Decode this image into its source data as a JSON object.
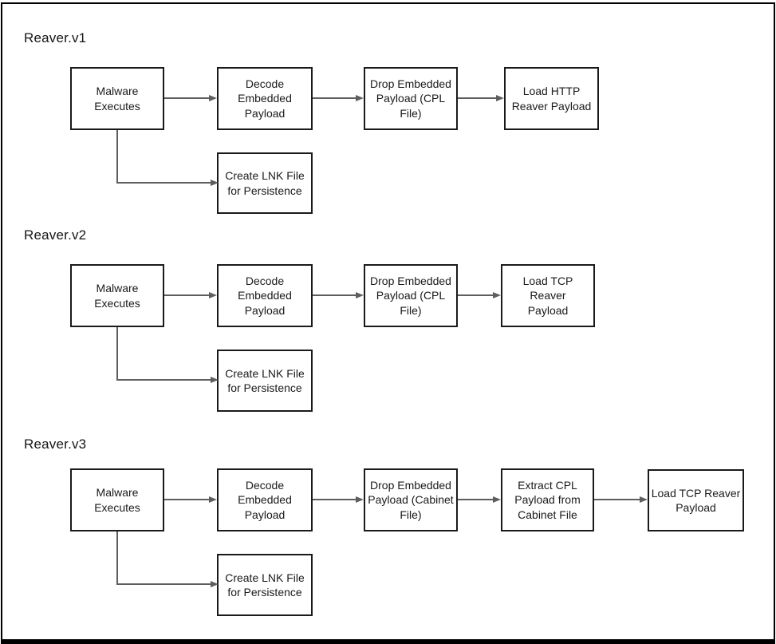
{
  "colors": {
    "frame": "#000000",
    "node_border": "#1a1a1a",
    "arrow": "#5e5e5e",
    "text": "#1a1a1a",
    "background": "#ffffff"
  },
  "sections": [
    {
      "title": "Reaver.v1",
      "nodes": [
        {
          "id": "malware",
          "label": "Malware\nExecutes"
        },
        {
          "id": "decode",
          "label": "Decode\nEmbedded\nPayload"
        },
        {
          "id": "drop",
          "label": "Drop Embedded\nPayload (CPL\nFile)"
        },
        {
          "id": "load",
          "label": "Load HTTP\nReaver Payload"
        },
        {
          "id": "persist",
          "label": "Create LNK File\nfor Persistence"
        }
      ],
      "edges": [
        [
          0,
          1
        ],
        [
          1,
          2
        ],
        [
          2,
          3
        ],
        [
          0,
          4
        ]
      ]
    },
    {
      "title": "Reaver.v2",
      "nodes": [
        {
          "id": "malware",
          "label": "Malware\nExecutes"
        },
        {
          "id": "decode",
          "label": "Decode\nEmbedded\nPayload"
        },
        {
          "id": "drop",
          "label": "Drop Embedded\nPayload (CPL\nFile)"
        },
        {
          "id": "load",
          "label": "Load TCP Reaver\nPayload"
        },
        {
          "id": "persist",
          "label": "Create LNK File\nfor Persistence"
        }
      ],
      "edges": [
        [
          0,
          1
        ],
        [
          1,
          2
        ],
        [
          2,
          3
        ],
        [
          0,
          4
        ]
      ]
    },
    {
      "title": "Reaver.v3",
      "nodes": [
        {
          "id": "malware",
          "label": "Malware\nExecutes"
        },
        {
          "id": "decode",
          "label": "Decode\nEmbedded\nPayload"
        },
        {
          "id": "drop",
          "label": "Drop Embedded\nPayload (Cabinet\nFile)"
        },
        {
          "id": "extract",
          "label": "Extract CPL\nPayload from\nCabinet File"
        },
        {
          "id": "load",
          "label": "Load TCP Reaver\nPayload"
        },
        {
          "id": "persist",
          "label": "Create LNK File\nfor Persistence"
        }
      ],
      "edges": [
        [
          0,
          1
        ],
        [
          1,
          2
        ],
        [
          2,
          3
        ],
        [
          3,
          4
        ],
        [
          0,
          5
        ]
      ]
    }
  ]
}
